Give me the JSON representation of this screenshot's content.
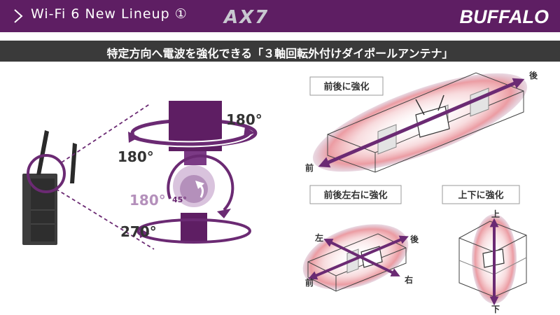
{
  "header": {
    "title": "Wi-Fi 6 New Lineup ①",
    "series_logo": "AX7",
    "brand_logo": "BUFFALO",
    "colors": {
      "header_bg": "#5e1e63",
      "accent": "#6b2a73",
      "subtitle_bg": "#3a3a3a"
    }
  },
  "subtitle": "特定方向へ電波を強化できる「３軸回転外付けダイポールアンテナ」",
  "rotation": {
    "top_label": "180°",
    "left_label": "180°",
    "mid_label": "180°",
    "tilt_label": "45°",
    "base_label": "270°"
  },
  "panels": {
    "front_back": {
      "title": "前後に強化",
      "front": "前",
      "back": "後"
    },
    "four_way": {
      "title": "前後左右に強化",
      "front": "前",
      "back": "後",
      "left": "左",
      "right": "右"
    },
    "vertical": {
      "title": "上下に強化",
      "up": "上",
      "down": "下"
    }
  }
}
